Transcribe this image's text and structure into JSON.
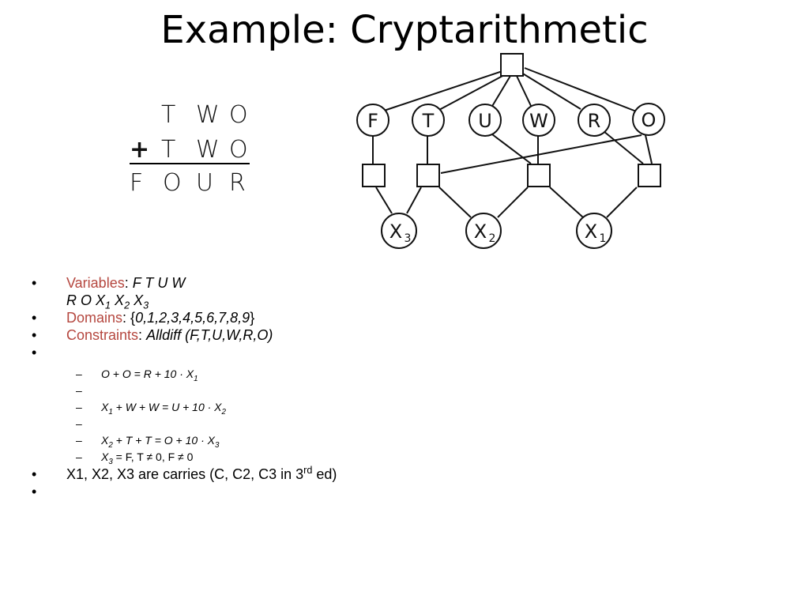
{
  "title": "Example: Cryptarithmetic",
  "puzzle": {
    "row1": [
      "T",
      "W",
      "O"
    ],
    "plus": "+",
    "row2": [
      "T",
      "W",
      "O"
    ],
    "result": [
      "F",
      "O",
      "U",
      "R"
    ]
  },
  "graph": {
    "variable_nodes": [
      "F",
      "T",
      "U",
      "W",
      "R",
      "O"
    ],
    "carry_nodes": [
      {
        "letter": "X",
        "sub": "3"
      },
      {
        "letter": "X",
        "sub": "2"
      },
      {
        "letter": "X",
        "sub": "1"
      }
    ]
  },
  "bullets": {
    "variables_label": "Variables",
    "variables_line1": "F T U W",
    "variables_line2_prefix": "R O ",
    "domains_label": "Domains",
    "domains_open": "{",
    "domains_values": "0,1,2,3,4,5,6,7,8,9",
    "domains_close": "}",
    "constraints_label": "Constraints",
    "constraints_value": "Alldiff (F,T,U,W,R,O)",
    "carries_text": "X1, X2, X3 are carries (C, C2, C3 in 3",
    "carries_sup": "rd",
    "carries_end": " ed)"
  },
  "equations": {
    "eq1": "O + O = R + 10 · X",
    "eq1_sub": "1",
    "eq2_x": "X",
    "eq2_xsub": "1",
    "eq2_mid": " + W + W = U + 10 · X",
    "eq2_sub": "2",
    "eq3_x": "X",
    "eq3_xsub": "2",
    "eq3_mid": " + T + T = O + 10 · X",
    "eq3_sub": "3",
    "eq4_x": "X",
    "eq4_xsub": "3",
    "eq4_rest": " = F, T ≠ 0, F ≠ 0"
  }
}
